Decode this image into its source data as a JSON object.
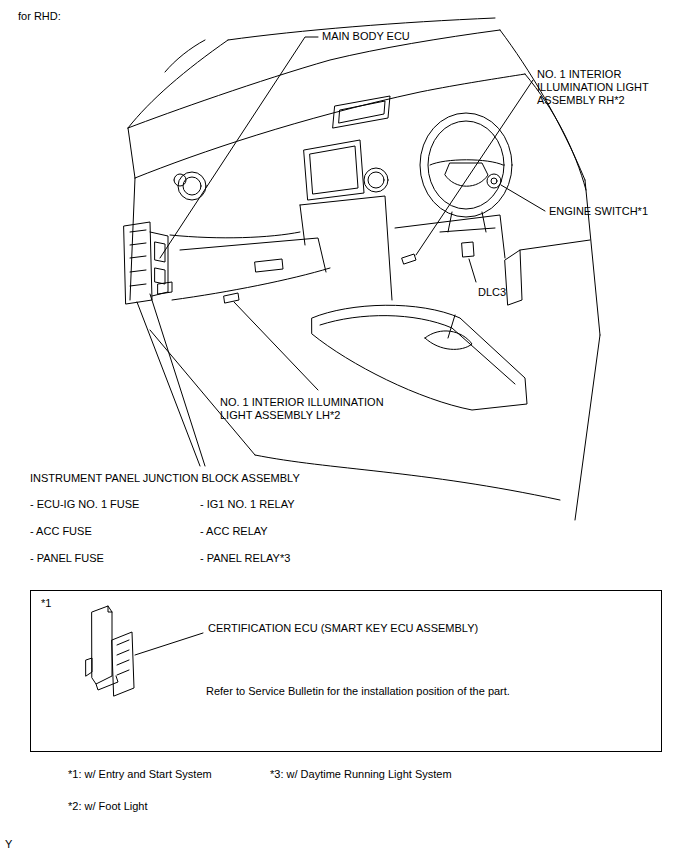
{
  "diagram": {
    "title": "for RHD:",
    "nodes": [
      {
        "text": [
          "*1",
          "CERTIFICATION ECU (SMART KEY ECU ASSEMBLY)",
          "Refer to Service Bulletin for the installation position of the part."
        ]
      }
    ],
    "labels": [
      "MAIN BODY ECU",
      "NO. 1 INTERIOR ILLUMINATION LIGHT ASSEMBLY RH*2",
      "ENGINE SWITCH*1",
      "DLC3",
      "NO. 1 INTERIOR ILLUMINATION LIGHT ASSEMBLY LH*2",
      "INSTRUMENT PANEL JUNCTION BLOCK ASSEMBLY",
      "- ECU-IG NO. 1 FUSE",
      "- IG1 NO. 1 RELAY",
      "- ACC FUSE",
      "- ACC RELAY",
      "- PANEL FUSE",
      "- PANEL RELAY*3",
      "*1: w/ Entry and Start System",
      "*3: w/ Daytime Running Light System",
      "*2: w/ Foot Light",
      "Y"
    ]
  }
}
